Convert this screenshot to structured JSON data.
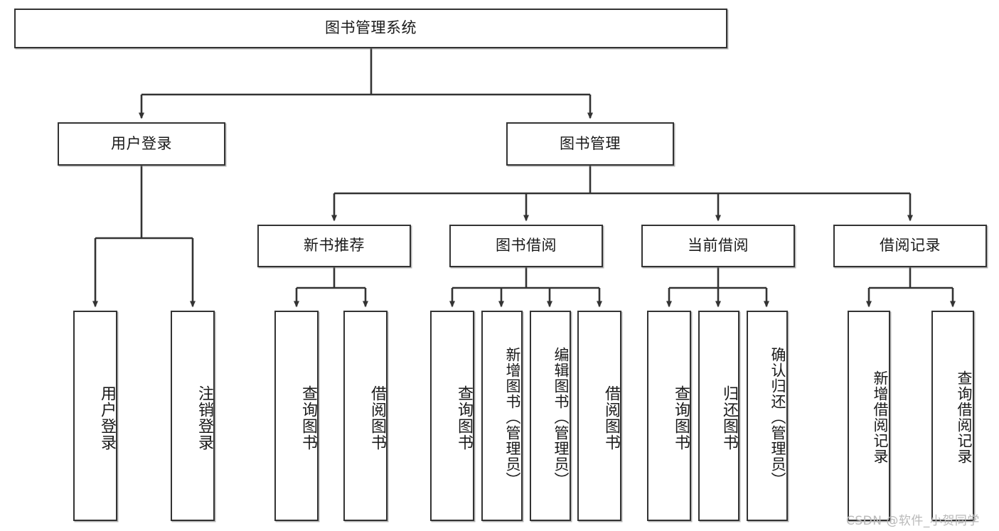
{
  "diagram": {
    "type": "tree-hierarchy",
    "title": "图书管理系统",
    "root": {
      "label": "图书管理系统"
    },
    "level2": [
      {
        "label": "用户登录"
      },
      {
        "label": "图书管理"
      }
    ],
    "level3": [
      {
        "label": "新书推荐"
      },
      {
        "label": "图书借阅"
      },
      {
        "label": "当前借阅"
      },
      {
        "label": "借阅记录"
      }
    ],
    "leaves": {
      "user_login": [
        {
          "label": "用户登录"
        },
        {
          "label": "注销登录"
        }
      ],
      "new_book_recommend": [
        {
          "label": "查询图书"
        },
        {
          "label": "借阅图书"
        }
      ],
      "book_borrow": [
        {
          "label": "查询图书"
        },
        {
          "label": "新增图书（管理员）"
        },
        {
          "label": "编辑图书（管理员）"
        },
        {
          "label": "借阅图书"
        }
      ],
      "current_borrow": [
        {
          "label": "查询图书"
        },
        {
          "label": "归还图书"
        },
        {
          "label": "确认归还（管理员）"
        }
      ],
      "borrow_records": [
        {
          "label": "新增借阅记录"
        },
        {
          "label": "查询借阅记录"
        }
      ]
    }
  },
  "watermark": {
    "text": "CSDN @软件_小贺同学"
  },
  "colors": {
    "stroke": "#333333",
    "background": "#ffffff",
    "text": "#1a1a1a",
    "watermark": "#b9b9b9"
  }
}
